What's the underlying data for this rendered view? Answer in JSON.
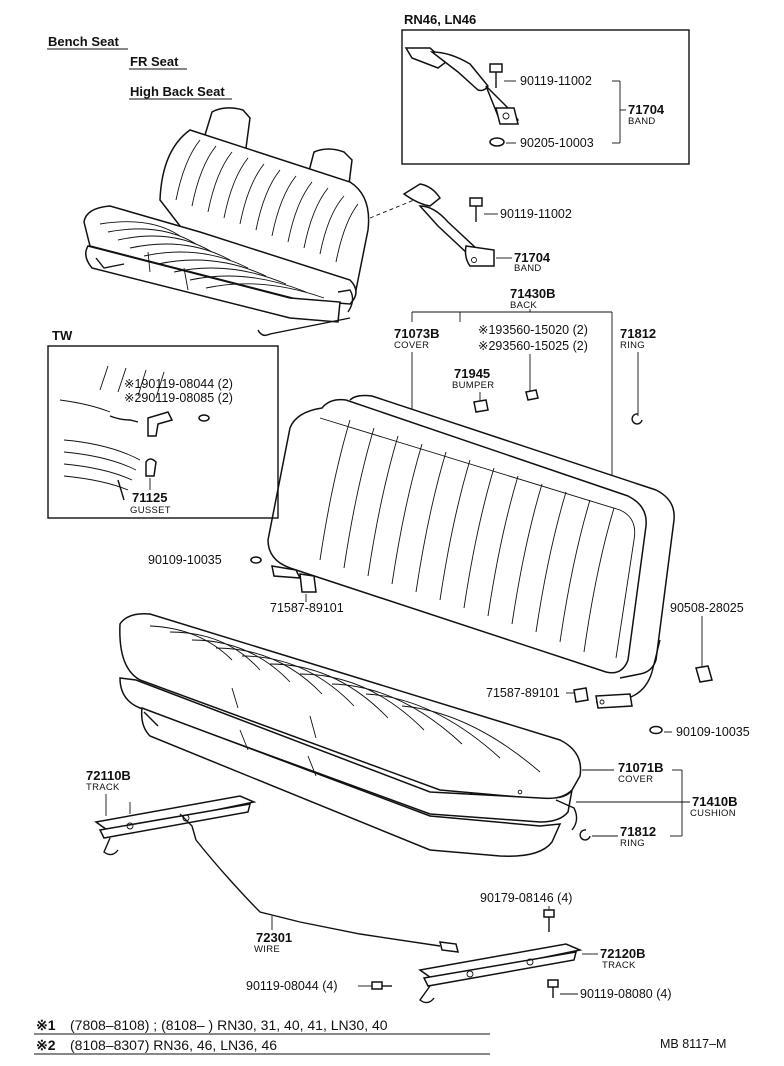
{
  "headers": {
    "bench_seat": "Bench Seat",
    "fr_seat": "FR Seat",
    "high_back_seat": "High Back Seat"
  },
  "insets": {
    "rn46": {
      "title": "RN46, LN46",
      "bolt": "90119-11002",
      "band_no": "71704",
      "band_name": "BAND",
      "nut": "90205-10003"
    },
    "tw": {
      "title": "TW",
      "bolt1": "※190119-08044 (2)",
      "bolt2": "※290119-08085 (2)",
      "gusset_no": "71125",
      "gusset_name": "GUSSET"
    }
  },
  "parts": {
    "band_bolt": "90119-11002",
    "band_no": "71704",
    "band_name": "BAND",
    "back_no": "71430B",
    "back_name": "BACK",
    "back_cover_no": "71073B",
    "back_cover_name": "COVER",
    "screw1": "※193560-15020 (2)",
    "screw2": "※293560-15025 (2)",
    "ring_upper_no": "71812",
    "ring_upper_name": "RING",
    "bumper_no": "71945",
    "bumper_name": "BUMPER",
    "bolt_left": "90109-10035",
    "bracket_left": "71587-89101",
    "pin": "90508-28025",
    "bracket_right": "71587-89101",
    "bolt_right": "90109-10035",
    "cushion_cover_no": "71071B",
    "cushion_cover_name": "COVER",
    "cushion_no": "71410B",
    "cushion_name": "CUSHION",
    "ring_lower_no": "71812",
    "ring_lower_name": "RING",
    "track_left_no": "72110B",
    "track_left_name": "TRACK",
    "wire_no": "72301",
    "wire_name": "WIRE",
    "bolt_track_top": "90179-08146 (4)",
    "track_right_no": "72120B",
    "track_right_name": "TRACK",
    "bolt_track_left": "90119-08044 (4)",
    "bolt_track_right": "90119-08080 (4)"
  },
  "footnotes": {
    "note1_mark": "※1",
    "note1_text": "(7808–8108) ; (8108–        ) RN30, 31, 40, 41, LN30, 40",
    "note2_mark": "※2",
    "note2_text": "(8108–8307) RN36, 46, LN36, 46"
  },
  "diagram_code": "MB 8117–M"
}
